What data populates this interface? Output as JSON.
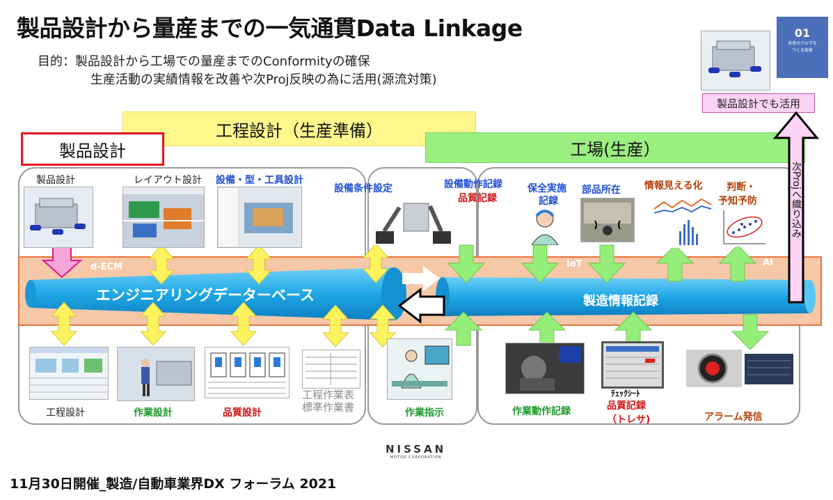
{
  "title": "製品設計から量産までの一気通貫Data Linkage",
  "purpose": {
    "line1": "目的：製品設計から工場での量産までのConformityの確保",
    "line2": "生産活動の実績情報を改善や次Proj反映の為に活用(源流対策)"
  },
  "banners": {
    "process": "工程設計（生産準備）",
    "product": "製品設計",
    "factory": "工場(生産）"
  },
  "pill": "製品設計でも活用",
  "corner": {
    "num": "01",
    "sub1": "未来のクルマを",
    "sub2": "つくる技術"
  },
  "vertical_text": "次Projへ織り込み",
  "band_labels": {
    "decm": "d-ECM",
    "iot": "IoT",
    "ai": "AI"
  },
  "pipes": {
    "engineering": "エンジニアリングデーターベース",
    "manufacturing": "製造情報記録"
  },
  "top_caps": {
    "prod": "製品設計",
    "layout": "レイアウト設計",
    "equip": "設備・型・工具設計",
    "cond": "設備条件設定",
    "motion1": "設備動作記録",
    "motion2": "品質記録",
    "maint1": "保全実施",
    "maint2": "記録",
    "parts": "部品所在",
    "vis": "情報見える化",
    "judge1": "判断・",
    "judge2": "予知予防"
  },
  "bottom_caps": {
    "proc": "工程設計",
    "work": "作業設計",
    "quality": "品質設計",
    "sheet1": "工程作業表",
    "sheet2": "標準作業書",
    "instr": "作業指示",
    "workrec": "作業動作記録",
    "check": "ﾁｪｯｸｼｰﾄ",
    "qrec": "品質記録",
    "tresa": "（トレサ)",
    "alarm": "アラーム発信"
  },
  "nissan": {
    "brand": "NISSAN",
    "sub": "MOTOR CORPORATION"
  },
  "footer": "11月30日開催_製造/自動車業界DX フォーラム 2021",
  "colors": {
    "yellow_arrow": "#fdf35e",
    "green_arrow": "#96ee7a",
    "pipe": "#1ea7e6",
    "band": "#f6c8a8"
  }
}
